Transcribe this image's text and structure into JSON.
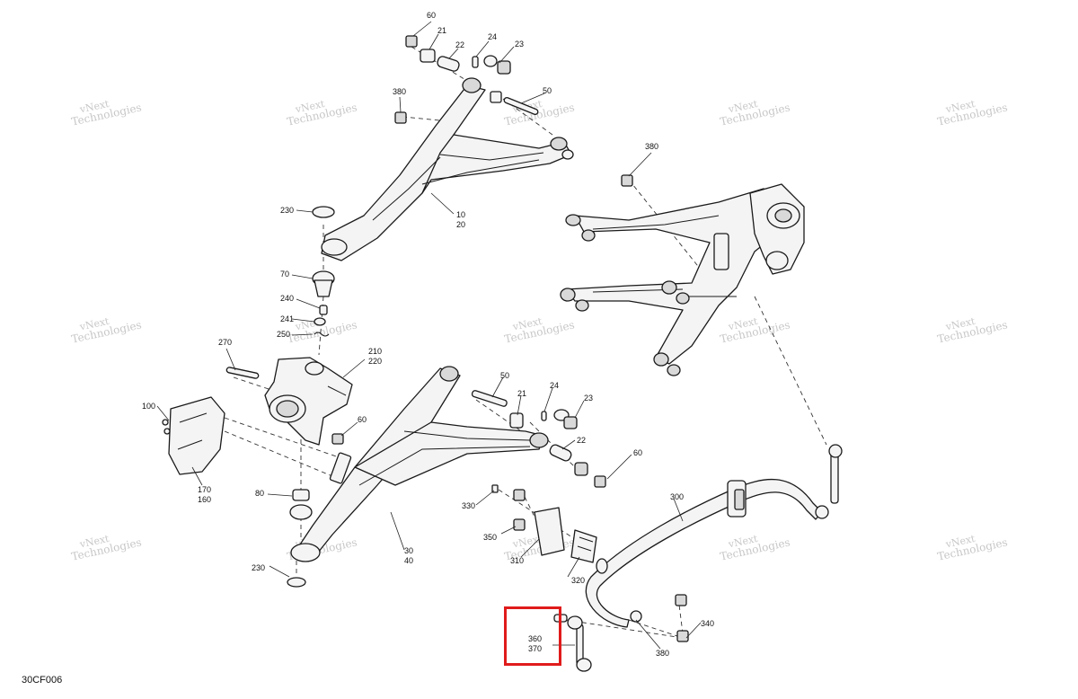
{
  "figure_code": "30CF006",
  "watermark": {
    "line1": "vNext",
    "line2": "Technologies"
  },
  "highlight": {
    "color": "#e01b1b",
    "label_group": "360/370"
  },
  "callouts": [
    {
      "id": "c60a",
      "text": "60"
    },
    {
      "id": "c21a",
      "text": "21"
    },
    {
      "id": "c22a",
      "text": "22"
    },
    {
      "id": "c24a",
      "text": "24"
    },
    {
      "id": "c23a",
      "text": "23"
    },
    {
      "id": "c380a",
      "text": "380"
    },
    {
      "id": "c50a",
      "text": "50"
    },
    {
      "id": "c380b",
      "text": "380"
    },
    {
      "id": "c10",
      "text": "10"
    },
    {
      "id": "c20",
      "text": "20"
    },
    {
      "id": "c230a",
      "text": "230"
    },
    {
      "id": "c70",
      "text": "70"
    },
    {
      "id": "c240",
      "text": "240"
    },
    {
      "id": "c241",
      "text": "241"
    },
    {
      "id": "c250",
      "text": "250"
    },
    {
      "id": "c270",
      "text": "270"
    },
    {
      "id": "c210",
      "text": "210"
    },
    {
      "id": "c220",
      "text": "220"
    },
    {
      "id": "c100",
      "text": "100"
    },
    {
      "id": "c60b",
      "text": "60"
    },
    {
      "id": "c170",
      "text": "170"
    },
    {
      "id": "c160",
      "text": "160"
    },
    {
      "id": "c50b",
      "text": "50"
    },
    {
      "id": "c21b",
      "text": "21"
    },
    {
      "id": "c24b",
      "text": "24"
    },
    {
      "id": "c23b",
      "text": "23"
    },
    {
      "id": "c22b",
      "text": "22"
    },
    {
      "id": "c60c",
      "text": "60"
    },
    {
      "id": "c80",
      "text": "80"
    },
    {
      "id": "c30",
      "text": "30"
    },
    {
      "id": "c40",
      "text": "40"
    },
    {
      "id": "c230b",
      "text": "230"
    },
    {
      "id": "c330",
      "text": "330"
    },
    {
      "id": "c350",
      "text": "350"
    },
    {
      "id": "c310",
      "text": "310"
    },
    {
      "id": "c320",
      "text": "320"
    },
    {
      "id": "c300",
      "text": "300"
    },
    {
      "id": "c340",
      "text": "340"
    },
    {
      "id": "c380c",
      "text": "380"
    },
    {
      "id": "c360",
      "text": "360"
    },
    {
      "id": "c370",
      "text": "370"
    }
  ]
}
